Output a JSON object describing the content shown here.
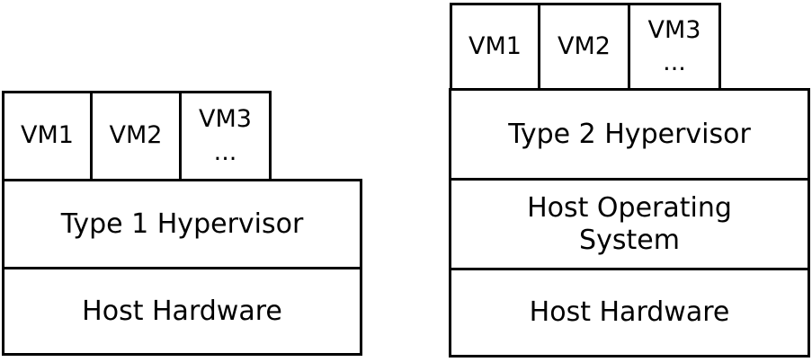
{
  "colors": {
    "border": "#000000",
    "background": "#ffffff",
    "text": "#000000"
  },
  "type1_stack": {
    "vm1": "VM1",
    "vm2": "VM2",
    "vm3": "VM3\n...",
    "hypervisor": "Type 1 Hypervisor",
    "hardware": "Host Hardware"
  },
  "type2_stack": {
    "vm1": "VM1",
    "vm2": "VM2",
    "vm3": "VM3\n...",
    "hypervisor": "Type 2 Hypervisor",
    "host_os": "Host Operating\nSystem",
    "hardware": "Host Hardware"
  }
}
